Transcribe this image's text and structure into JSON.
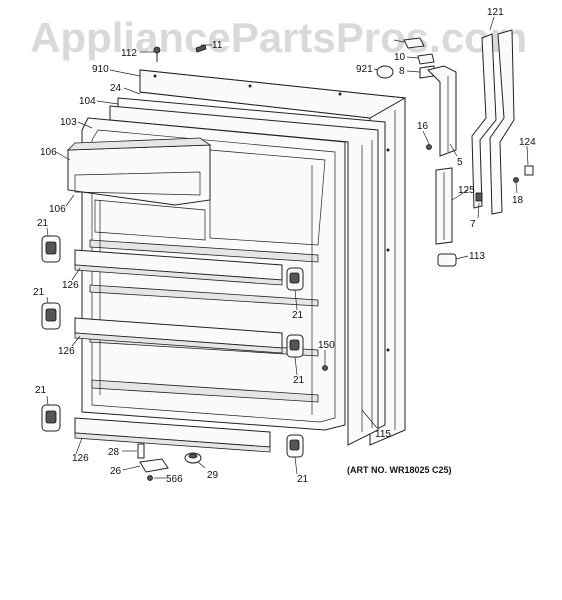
{
  "watermark": "AppliancePartsPros.com",
  "art_number": "(ART NO. WR18025 C25)",
  "callouts": {
    "c121": "121",
    "c112": "112",
    "c11": "11",
    "c10": "10",
    "c921": "921",
    "c910": "910",
    "c8": "8",
    "c24": "24",
    "c104": "104",
    "c103": "103",
    "c16": "16",
    "c5": "5",
    "c124": "124",
    "c106a": "106",
    "c106b": "106",
    "c125": "125",
    "c18": "18",
    "c7": "7",
    "c21a": "21",
    "c113": "113",
    "c126a": "126",
    "c21b": "21",
    "c21c": "21",
    "c150": "150",
    "c126b": "126",
    "c21d": "21",
    "c21e": "21",
    "c115": "115",
    "c126c": "126",
    "c28": "28",
    "c21f": "21",
    "c26": "26",
    "c29": "29",
    "c566": "566"
  }
}
